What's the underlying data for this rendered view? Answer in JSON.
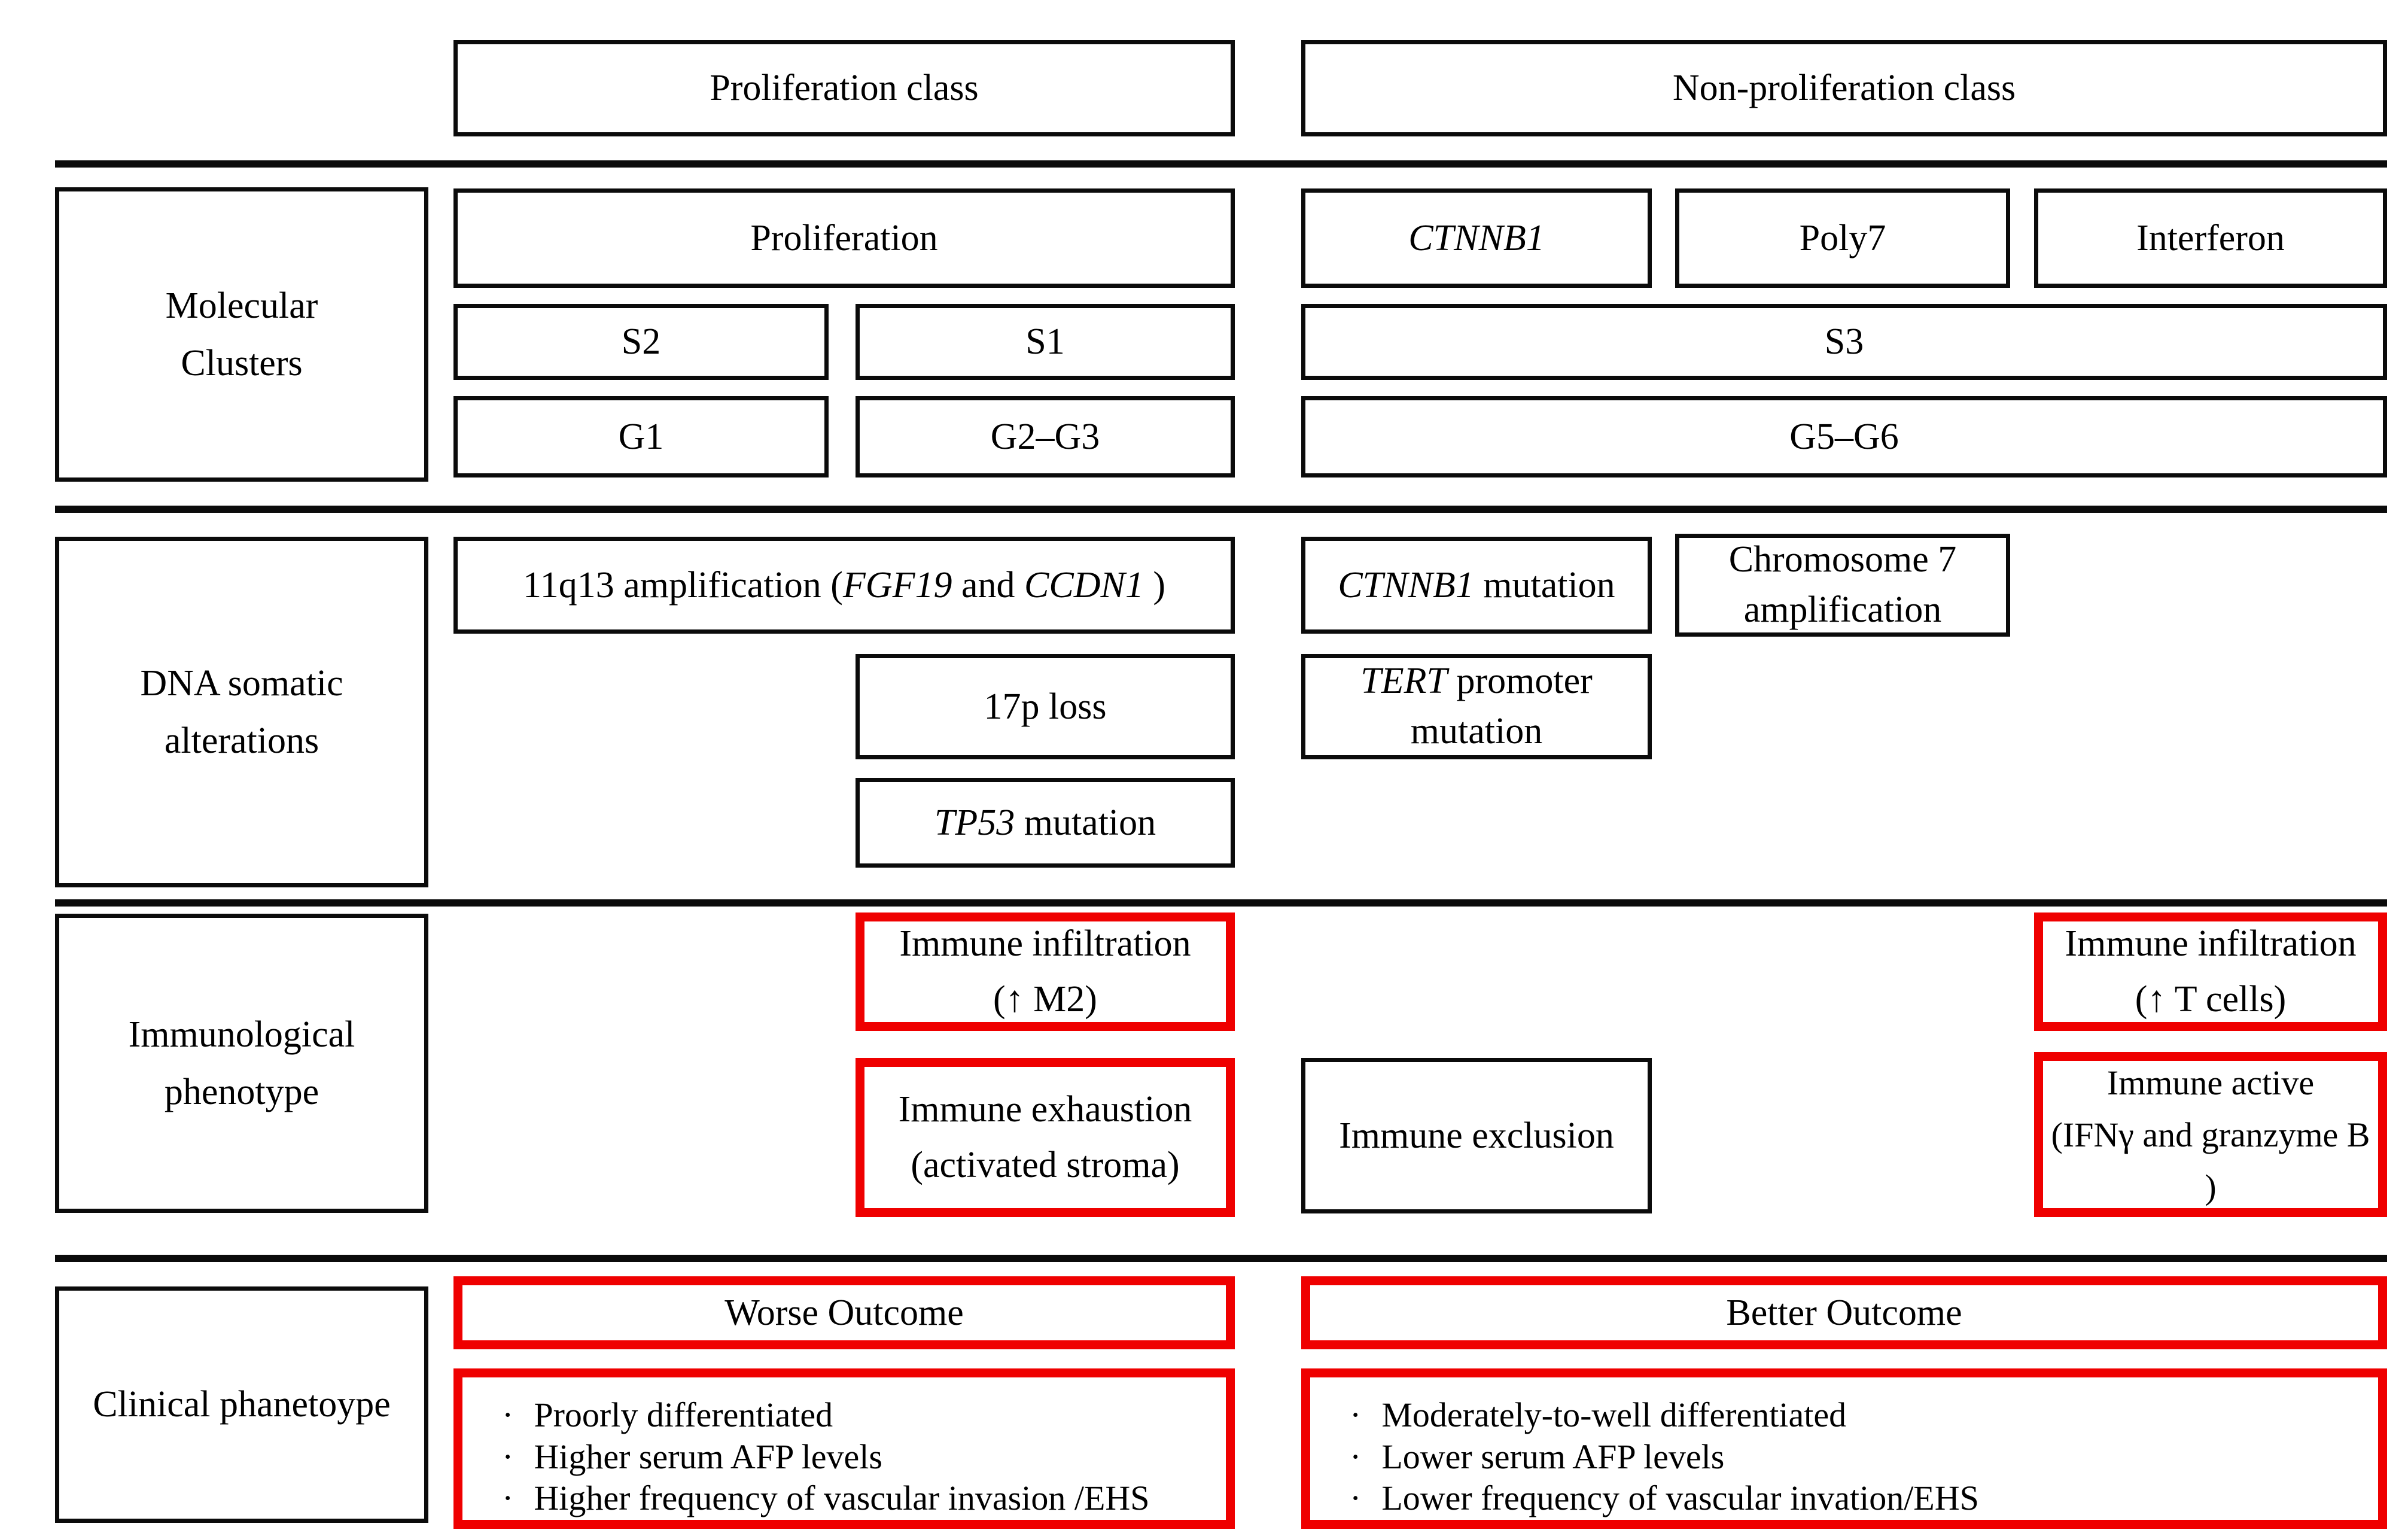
{
  "colors": {
    "accent_red": "#ef0000",
    "line_black": "#0b0b0b",
    "background": "#ffffff"
  },
  "glyphs": {
    "bullet": "·"
  },
  "header": {
    "proliferation_class": "Proliferation class",
    "non_proliferation_class": "Non-proliferation class"
  },
  "molecular": {
    "label_line1": "Molecular",
    "label_line2": "Clusters",
    "proliferation": "Proliferation",
    "s2": "S2",
    "s1": "S1",
    "g1": "G1",
    "g2g3": "G2–G3",
    "ctnnb1": "*CTNNB1*",
    "poly7": "Poly7",
    "interferon": "Interferon",
    "s3": "S3",
    "g5g6": "G5–G6"
  },
  "dna": {
    "label": "DNA somatic alterations",
    "amp_11q13": "11q13 amplification (*FGF19* and *CCDN1* )",
    "ctnnb1_mutation": "*CTNNB1* mutation",
    "chr7_line1": "Chromosome 7",
    "chr7_line2": "amplification",
    "loss_17p": "17p loss",
    "tert_line1": "*TERT* promoter",
    "tert_line2": "mutation",
    "tp53_mutation": "*TP53* mutation"
  },
  "immuno": {
    "label_line1": "Immunological",
    "label_line2": "phenotype",
    "infiltration_m2_line1": "Immune infiltration",
    "infiltration_m2_line2": "(↑ M2)",
    "exhaustion_line1": "Immune exhaustion",
    "exhaustion_line2": "(activated stroma)",
    "exclusion": "Immune exclusion",
    "infiltration_t_line1": "Immune infiltration",
    "infiltration_t_line2": "(↑ T cells)",
    "active_line1": "Immune active",
    "active_line2": "(IFNγ and granzyme B )"
  },
  "clinical": {
    "label": "Clinical phanetoype",
    "worse_header": "Worse Outcome",
    "worse_bullets": [
      "Proorly differentiated",
      "Higher serum AFP levels",
      "Higher frequency of vascular invasion /EHS"
    ],
    "better_header": "Better Outcome",
    "better_bullets": [
      "Moderately-to-well differentiated",
      "Lower serum AFP levels",
      "Lower frequency of vascular invation/EHS"
    ]
  }
}
